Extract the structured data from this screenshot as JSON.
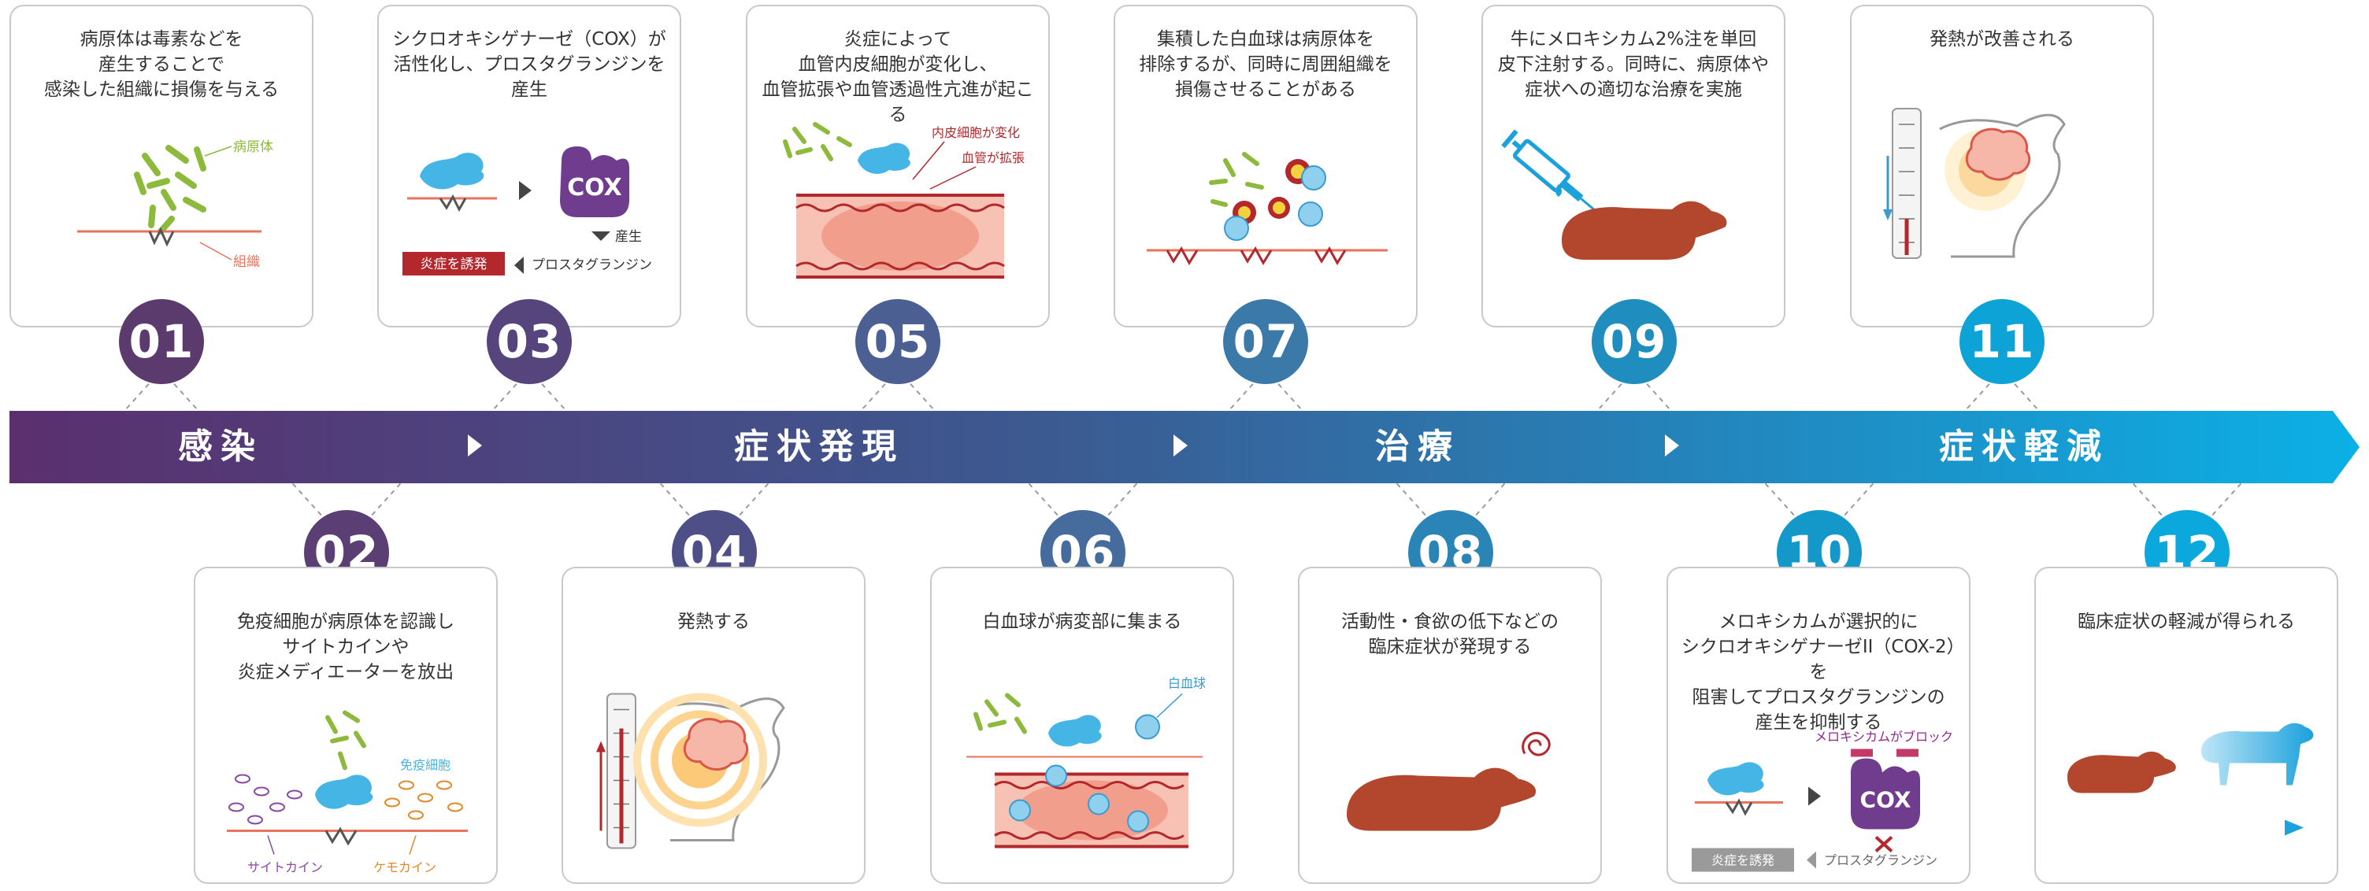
{
  "phases": [
    {
      "label": "感染"
    },
    {
      "label": "症状発現"
    },
    {
      "label": "治療"
    },
    {
      "label": "症状軽減"
    }
  ],
  "steps": [
    {
      "num": "01",
      "text": "病原体は毒素などを\n産生することで\n感染した組織に損傷を与える",
      "labels": {
        "pathogen": "病原体",
        "tissue": "組織"
      }
    },
    {
      "num": "02",
      "text": "免疫細胞が病原体を認識し\nサイトカインや\n炎症メディエーターを放出",
      "labels": {
        "immune": "免疫細胞",
        "cytokine": "サイトカイン",
        "chemokine": "ケモカイン"
      }
    },
    {
      "num": "03",
      "text": "シクロオキシゲナーゼ（COX）が\n活性化し、プロスタグランジンを産生",
      "labels": {
        "cox": "COX",
        "produce": "産生",
        "pg": "プロスタグランジン",
        "inflam": "炎症を誘発"
      }
    },
    {
      "num": "04",
      "text": "発熱する",
      "labels": {}
    },
    {
      "num": "05",
      "text": "炎症によって\n血管内皮細胞が変化し、\n血管拡張や血管透過性亢進が起こる",
      "labels": {
        "endo": "内皮細胞が変化",
        "dilate": "血管が拡張"
      }
    },
    {
      "num": "06",
      "text": "白血球が病変部に集まる",
      "labels": {
        "wbc": "白血球"
      }
    },
    {
      "num": "07",
      "text": "集積した白血球は病原体を\n排除するが、同時に周囲組織を\n損傷させることがある",
      "labels": {}
    },
    {
      "num": "08",
      "text": "活動性・食欲の低下などの\n臨床症状が発現する",
      "labels": {}
    },
    {
      "num": "09",
      "text": "牛にメロキシカム2%注を単回\n皮下注射する。同時に、病原体や\n症状への適切な治療を実施",
      "labels": {}
    },
    {
      "num": "10",
      "text": "メロキシカムが選択的に\nシクロオキシゲナーゼII（COX-2）を\n阻害してプロスタグランジンの\n産生を抑制する",
      "labels": {
        "block": "メロキシカムがブロック",
        "cox": "COX",
        "pg": "プロスタグランジン",
        "inflam": "炎症を誘発"
      }
    },
    {
      "num": "11",
      "text": "発熱が改善される",
      "labels": {}
    },
    {
      "num": "12",
      "text": "臨床症状の軽減が得られる",
      "labels": {}
    }
  ],
  "colors": {
    "c01": "#5b3a6e",
    "c02": "#5b3f74",
    "c03": "#56457c",
    "c04": "#4f4f87",
    "c05": "#4b5f92",
    "c06": "#456c9c",
    "c07": "#3b7aa8",
    "c08": "#2a84b5",
    "c09": "#1f8ebf",
    "c10": "#1498c9",
    "c11": "#0ea3d6",
    "c12": "#0aa8dc",
    "band_start": "#5b2f6e",
    "band_end": "#0bb0e6",
    "pathogen": "#8dba3c",
    "immune": "#45b5e6",
    "cytokine": "#8c4aa3",
    "chemokine": "#e08a2a",
    "cox": "#6f3c8e",
    "red": "#b3282d"
  },
  "icons": [
    "bacteria-icon",
    "immune-cell-icon",
    "cox-icon",
    "thermometer-icon",
    "blood-vessel-icon",
    "cow-icon",
    "syringe-icon",
    "brain-icon"
  ]
}
